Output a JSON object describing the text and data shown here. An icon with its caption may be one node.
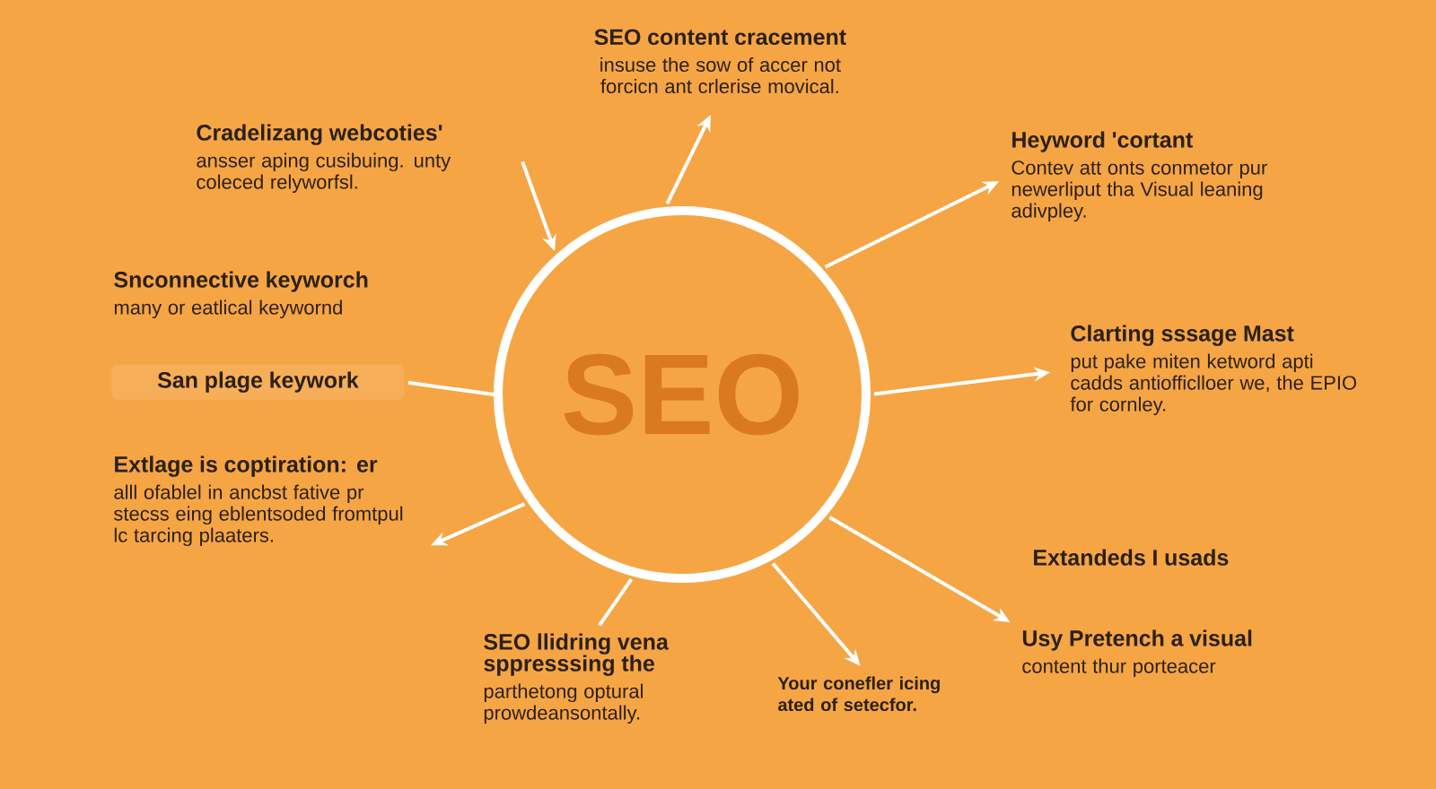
{
  "diagram": {
    "nodes": [
      {
        "text": [
          "SEO"
        ]
      },
      {
        "text": [
          "SEO content cracement",
          "insuse the sow of accer not forcicn ant crlerise movical."
        ]
      },
      {
        "text": [
          "Cradelizang webcoties'",
          "ansser aping cusibuing. unty coleced relyworfsl."
        ]
      },
      {
        "text": [
          "Heyword 'cortant",
          "Contev att onts conmetor pur newerliput tha Visual leaning adivpley."
        ]
      },
      {
        "text": [
          "Snconnective keyworch",
          "many or eatlical keywornd"
        ]
      },
      {
        "text": [
          "San plage keywork"
        ]
      },
      {
        "text": [
          "Clarting sssage Mast",
          "put pake miten ketword apti cadds antiofficlloer we, the EPIO for cornley."
        ]
      },
      {
        "text": [
          "Extlage is coptiration: er",
          "alll ofablel in ancbst fative pr stecss eing eblentsoded fromtpul lc tarcing plaaters."
        ]
      },
      {
        "text": [
          "Extandeds I usads"
        ]
      },
      {
        "text": [
          "Usy Pretench a visual",
          "content thur porteacer"
        ]
      },
      {
        "text": [
          "SEO llidring vena sppresssing the",
          "parthetong optural prowdeansontally."
        ]
      },
      {
        "text": [
          "Your conefler icing ated of setecfor."
        ]
      }
    ],
    "edges": [
      {
        "from": 0,
        "to": 1,
        "arrow": "to"
      },
      {
        "from": 2,
        "to": 0,
        "arrow": "to"
      },
      {
        "from": 0,
        "to": 3,
        "arrow": "to"
      },
      {
        "from": 5,
        "to": 0,
        "arrow": "none"
      },
      {
        "from": 0,
        "to": 6,
        "arrow": "to"
      },
      {
        "from": 0,
        "to": 7,
        "arrow": "to"
      },
      {
        "from": 0,
        "to": 9,
        "arrow": "to"
      },
      {
        "from": 0,
        "to": 11,
        "arrow": "to"
      },
      {
        "from": 0,
        "to": 10,
        "arrow": "none"
      }
    ]
  }
}
